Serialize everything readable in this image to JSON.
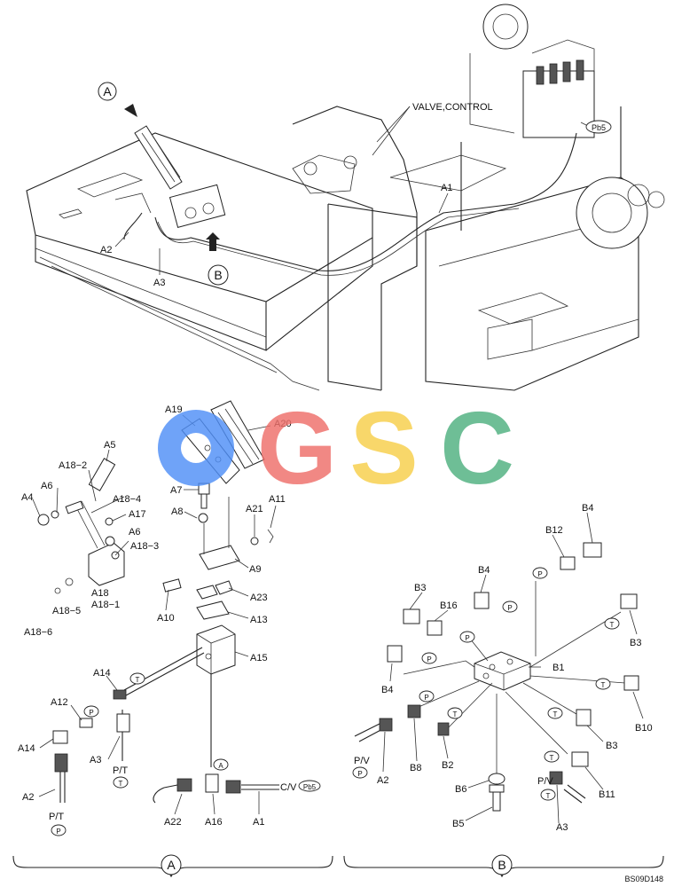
{
  "callouts": {
    "a_top": "A",
    "b_top": "B",
    "valve_control": "VALVE,CONTROL",
    "pb5_top": "Pb5",
    "a1_top": "A1",
    "a2_top": "A2",
    "a3_top": "A3"
  },
  "detail_a": {
    "section_label": "A",
    "labels": {
      "a19": "A19",
      "a20": "A20",
      "a5": "A5",
      "a18_2": "A18−2",
      "a6": "A6",
      "a4": "A4",
      "a18_4": "A18−4",
      "a17": "A17",
      "a6b": "A6",
      "a18_3": "A18−3",
      "a7": "A7",
      "a8": "A8",
      "a21": "A21",
      "a11": "A11",
      "a9": "A9",
      "a18": "A18",
      "a18_1": "A18−1",
      "a18_5": "A18−5",
      "a18_6": "A18−6",
      "a23": "A23",
      "a10": "A10",
      "a13": "A13",
      "a15": "A15",
      "a14a": "A14",
      "a12": "A12",
      "a14b": "A14",
      "a3": "A3",
      "pt1": "P/T",
      "a2": "A2",
      "pt2": "P/T",
      "a22": "A22",
      "a16": "A16",
      "a1": "A1",
      "cv": "C/V"
    },
    "ports": {
      "t1": "T",
      "p1": "P",
      "t2": "T",
      "p2": "P",
      "a_circ": "A",
      "pb5": "Pb5"
    }
  },
  "detail_b": {
    "section_label": "B",
    "labels": {
      "b4a": "B4",
      "b12": "B12",
      "b4b": "B4",
      "b3a": "B3",
      "b16": "B16",
      "b3b": "B3",
      "b1": "B1",
      "b4c": "B4",
      "b10": "B10",
      "b3c": "B3",
      "b8": "B8",
      "b2": "B2",
      "pv1": "P/V",
      "a2": "A2",
      "b6": "B6",
      "pv2": "P/V",
      "b11": "B11",
      "b5": "B5",
      "a3": "A3"
    },
    "ports": {
      "p1": "P",
      "p2": "P",
      "p3": "P",
      "t1": "T",
      "p4": "P",
      "t2": "T",
      "t3": "T",
      "p5": "P",
      "t4": "T",
      "t5": "T",
      "p6": "P",
      "t6": "T"
    }
  },
  "watermark": {
    "letters": [
      "G",
      "S",
      "C"
    ],
    "colors": [
      "#4f8ff7",
      "#ef6f6a",
      "#f7cf4a",
      "#4fb07f"
    ]
  },
  "drawing_code": "BS09D148"
}
